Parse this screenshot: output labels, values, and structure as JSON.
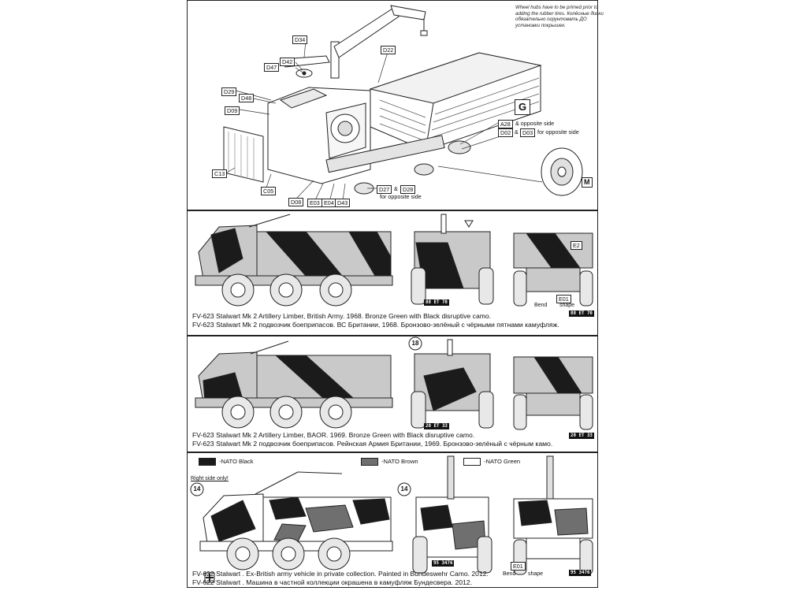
{
  "assembly": {
    "note": "Wheel hubs have to be primed prior to adding the rubber tires. Колёсные диски обязательно огрунтовать ДО установки покрышек.",
    "step": "G",
    "wheel_label": "M",
    "parts": {
      "d34": "D34",
      "d42": "D42",
      "d47": "D47",
      "d22": "D22",
      "d29": "D29",
      "d48": "D48",
      "d09": "D09",
      "c13": "C13",
      "c05": "C05",
      "d08": "D08",
      "e03": "E03",
      "e04": "E04",
      "d43": "D43",
      "d27": "D27",
      "d28": "D28",
      "a28": "A28",
      "d02": "D02",
      "d03": "D03"
    },
    "texts": {
      "opposite_side": "& opposite side",
      "amp": "&",
      "for_opposite": "for opposite side",
      "amp_d28": "&",
      "for_opposite_side_2": "for opposite side"
    }
  },
  "schemes": [
    {
      "caption_en": "FV-623 Stalwart  Mk 2 Artillery Limber, British Army. 1968. Bronze Green with Black disruptive camo.",
      "caption_ru": "FV-623 Stalwart Mk 2 подвозчик боеприпасов. ВС Британии, 1968. Бронзово-зелёный с чёрными пятнами камуфляж.",
      "plate_front": "88 ET 70",
      "plate_rear": "88 ET 70",
      "bend_label": "Bend",
      "bend_shape": "shape",
      "part_e01": "E01",
      "part_e02": "E2"
    },
    {
      "caption_en": "FV-623 Stalwart  Mk 2 Artillery Limber, BAOR. 1969. Bronze Green with Black disruptive camo.",
      "caption_ru": "FV-623 Stalwart Mk 2 подвозчик боеприпасов. Рейнская Армия Британии, 1969. Бронзово-зелёный с чёрным камо.",
      "plate_front": "20 ET 33",
      "plate_rear": "20 ET 33",
      "badge": "18"
    },
    {
      "caption_en": "FV-622 Stalwart . Ex-British army vehicle in private collection. Painted in Bundeswehr Camo. 2012.",
      "caption_ru": "FV-622 Stalwart . Машина в частной коллекции окрашена в камуфляж Бундесвера. 2012.",
      "right_side_only": "Right side only!",
      "badge_side": "14",
      "badge_front": "14",
      "plate_front": "95 3476",
      "plate_rear": "95 3476",
      "bend_label": "Bend",
      "bend_shape": "shape",
      "part_e01": "E01"
    }
  ],
  "legend": [
    {
      "label": "-NATO Black",
      "color": "#1b1b1b"
    },
    {
      "label": "-NATO Brown",
      "color": "#6f6f6f"
    },
    {
      "label": "-NATO Green",
      "color": "#ffffff"
    }
  ],
  "colors": {
    "bronze_green": "#c9c9c9",
    "black": "#1b1b1b",
    "brown": "#6f6f6f",
    "line": "#222222"
  }
}
